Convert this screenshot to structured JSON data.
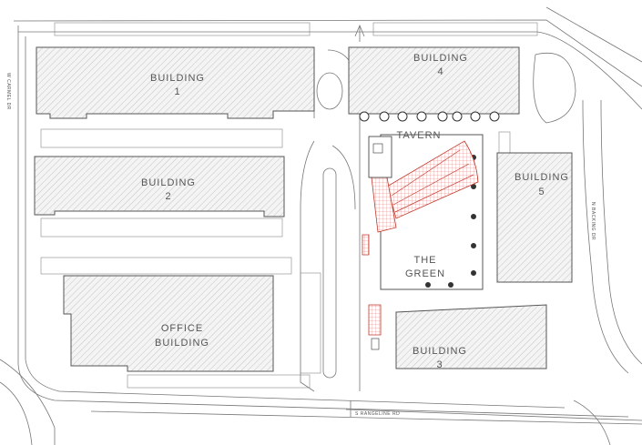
{
  "site": {
    "buildings": [
      {
        "id": "building-1",
        "line1": "BUILDING",
        "line2": "1"
      },
      {
        "id": "building-2",
        "line1": "BUILDING",
        "line2": "2"
      },
      {
        "id": "building-3",
        "line1": "BUILDING",
        "line2": "3"
      },
      {
        "id": "building-4",
        "line1": "BUILDING",
        "line2": "4"
      },
      {
        "id": "building-5",
        "line1": "BUILDING",
        "line2": "5"
      },
      {
        "id": "office-building",
        "line1": "OFFICE",
        "line2": "BUILDING"
      }
    ],
    "tavern": "TAVERN",
    "green": {
      "line1": "THE",
      "line2": "GREEN"
    },
    "streets": {
      "bottom": "S RANGELINE RD",
      "left": "W CARMEL DR",
      "right": "N BACKING DR"
    },
    "colors": {
      "linework": "#555555",
      "highlight": "#c0392b",
      "background": "#ffffff"
    }
  }
}
